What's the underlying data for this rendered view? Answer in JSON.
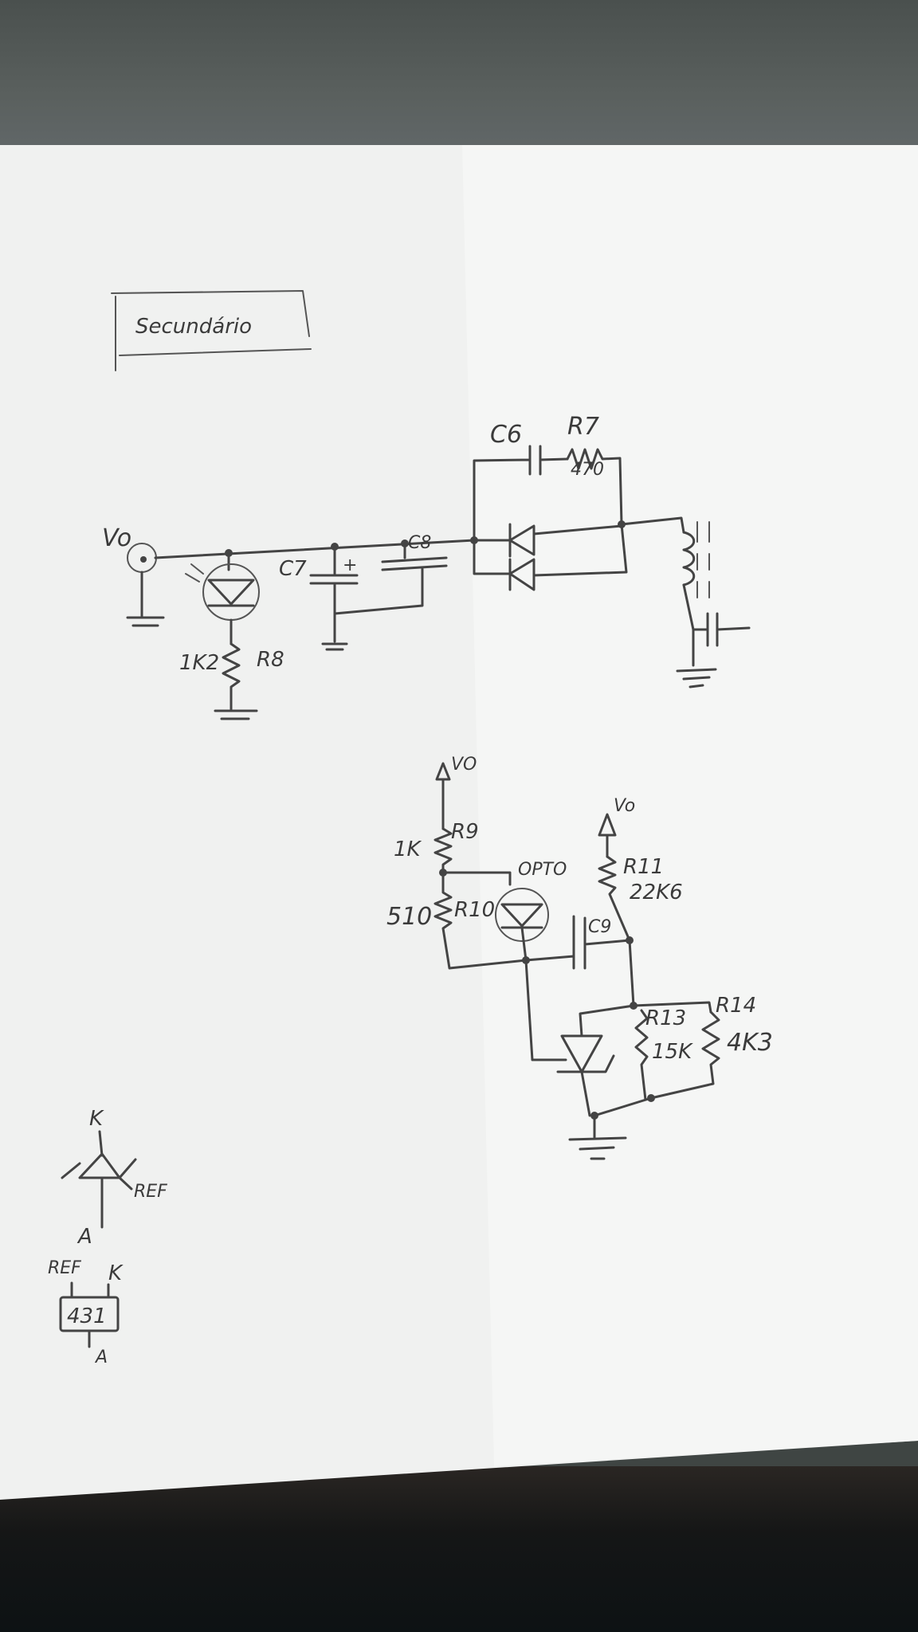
{
  "title": "Secundário",
  "labels": {
    "vo_main": "Vo",
    "c6": "C6",
    "r7": "R7",
    "r7_value": "470",
    "c7": "C7",
    "c7_plus": "+",
    "c8": "C8",
    "r8": "R8",
    "r8_value": "1K2",
    "vo_r9": "VO",
    "r9": "R9",
    "r9_value": "1K",
    "r10": "R10",
    "r10_value": "510",
    "opto": "OPTO",
    "c9": "C9",
    "vo_r11": "Vo",
    "r11": "R11",
    "r11_value": "22K6",
    "r13": "R13",
    "r13_value": "15K",
    "r14": "R14",
    "r14_value": "4K3"
  },
  "legend": {
    "k": "K",
    "ref": "REF",
    "a": "A",
    "pkg_ref": "REF",
    "pkg_k": "K",
    "pkg_part": "431",
    "pkg_a": "A"
  }
}
